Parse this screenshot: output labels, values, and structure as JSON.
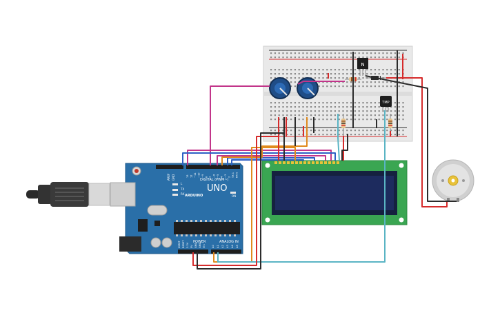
{
  "arduino": {
    "brand": "UNO",
    "subbrand": "ARDUINO",
    "digital_label": "DIGITAL (PWM~)",
    "power_label": "POWER",
    "analog_label": "ANALOG IN",
    "aref": "AREF",
    "gnd": "GND",
    "tx": "TX",
    "rx": "RX",
    "on": "ON",
    "l": "L",
    "digital_pins": [
      "13",
      "12",
      "~11",
      "~10",
      "~9",
      "8",
      "7",
      "~6",
      "~5",
      "4",
      "~3",
      "2",
      "TX 1",
      "RX 0"
    ],
    "power_pins": [
      "IOREF",
      "RESET",
      "3.3V",
      "5V",
      "GND",
      "GND",
      "Vin"
    ],
    "analog_pins": [
      "A0",
      "A1",
      "A2",
      "A3",
      "A4",
      "A5"
    ]
  },
  "transistor": {
    "label": "N"
  },
  "sensor": {
    "label": "TMP"
  },
  "colors": {
    "board": "#2a6fa8",
    "breadboard": "#e9e9e9",
    "lcd_pcb": "#3aa652",
    "lcd_screen": "#1d2b5e",
    "wire_red": "#d62b2b",
    "wire_black": "#2b2b2b",
    "wire_magenta": "#c2358a",
    "wire_orange": "#e08a1e",
    "wire_teal": "#5ab4c4",
    "wire_blue": "#2d5fc4"
  }
}
